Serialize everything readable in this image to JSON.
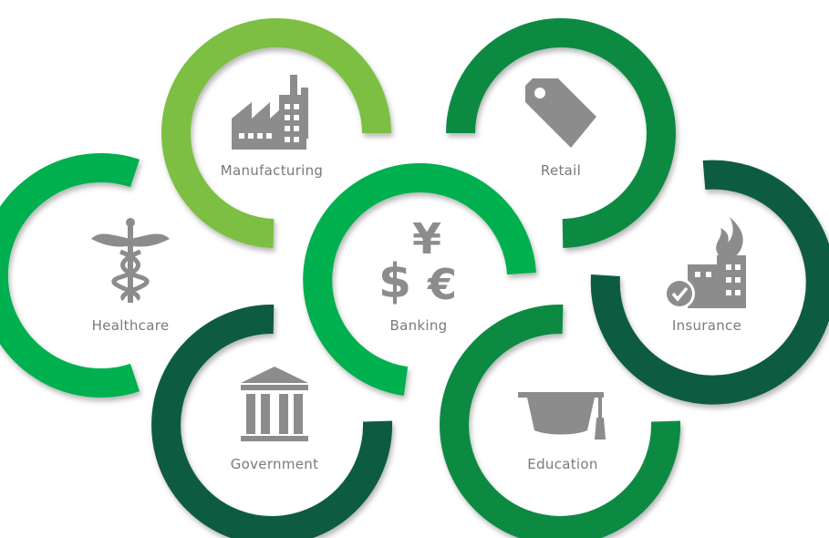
{
  "colors": {
    "lime": "#7bbf43",
    "green": "#00b04f",
    "mid_green": "#0b8a43",
    "dark_green": "#0b5c42",
    "icon_gray": "#8c8c8c",
    "label_gray": "#7a7a7a",
    "background": "#ffffff"
  },
  "nodes": [
    {
      "id": "manufacturing",
      "label": "Manufacturing",
      "icon": "factory-icon",
      "ring_color": "lime"
    },
    {
      "id": "retail",
      "label": "Retail",
      "icon": "price-tag-icon",
      "ring_color": "mid_green"
    },
    {
      "id": "healthcare",
      "label": "Healthcare",
      "icon": "caduceus-icon",
      "ring_color": "green"
    },
    {
      "id": "banking",
      "label": "Banking",
      "icon": "currency-icon",
      "ring_color": "green"
    },
    {
      "id": "insurance",
      "label": "Insurance",
      "icon": "insured-building-icon",
      "ring_color": "dark_green"
    },
    {
      "id": "government",
      "label": "Government",
      "icon": "government-building-icon",
      "ring_color": "dark_green"
    },
    {
      "id": "education",
      "label": "Education",
      "icon": "graduation-cap-icon",
      "ring_color": "mid_green"
    }
  ],
  "currency_glyphs": {
    "yen": "¥",
    "dollar": "$",
    "euro": "€"
  }
}
